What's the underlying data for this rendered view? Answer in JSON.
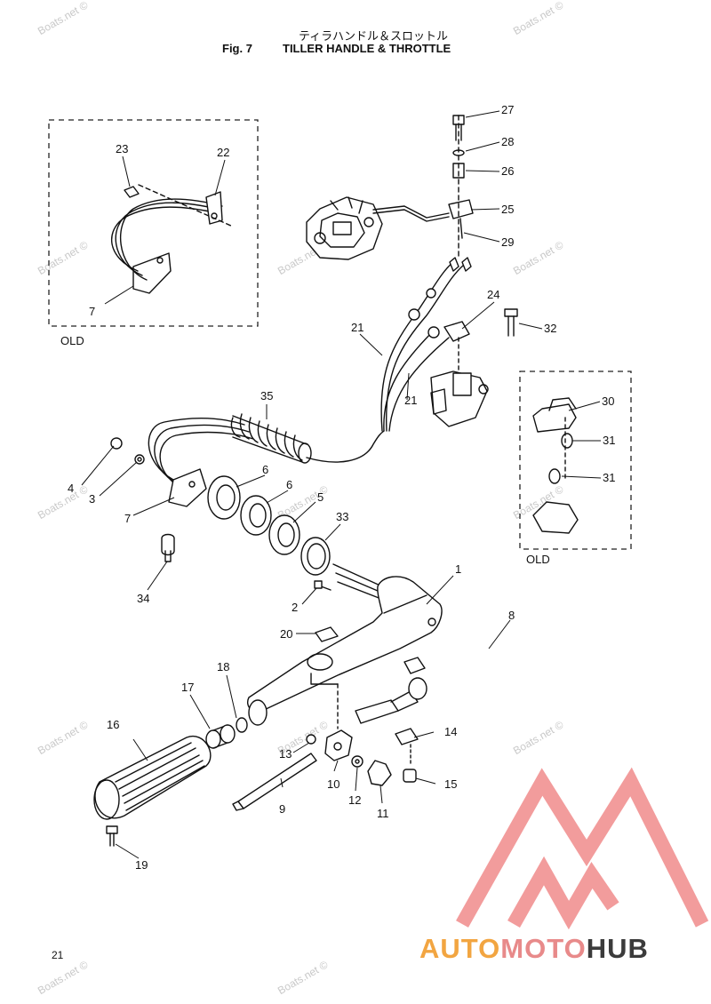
{
  "header": {
    "title_jp": "ティラハンドル＆スロットル",
    "fig_label": "Fig. 7",
    "title_en": "TILLER HANDLE & THROTTLE"
  },
  "boxes": {
    "old_left_label": "OLD",
    "old_right_label": "OLD"
  },
  "callouts": [
    "1",
    "2",
    "3",
    "4",
    "5",
    "6",
    "6",
    "7",
    "7",
    "8",
    "9",
    "10",
    "11",
    "12",
    "13",
    "14",
    "15",
    "16",
    "17",
    "18",
    "19",
    "20",
    "21",
    "21",
    "22",
    "23",
    "24",
    "25",
    "26",
    "27",
    "28",
    "29",
    "30",
    "31",
    "31",
    "32",
    "33",
    "34",
    "35"
  ],
  "watermark_text": "Boats.net ©",
  "page_number": "21",
  "logo": {
    "part1": "AUTO",
    "part2": "MOTO",
    "part3": "HUB",
    "colors": {
      "auto": "#f2a541",
      "moto": "#e88a8a",
      "hub": "#3b3b3b",
      "triangle": "#ee6d6d"
    }
  }
}
